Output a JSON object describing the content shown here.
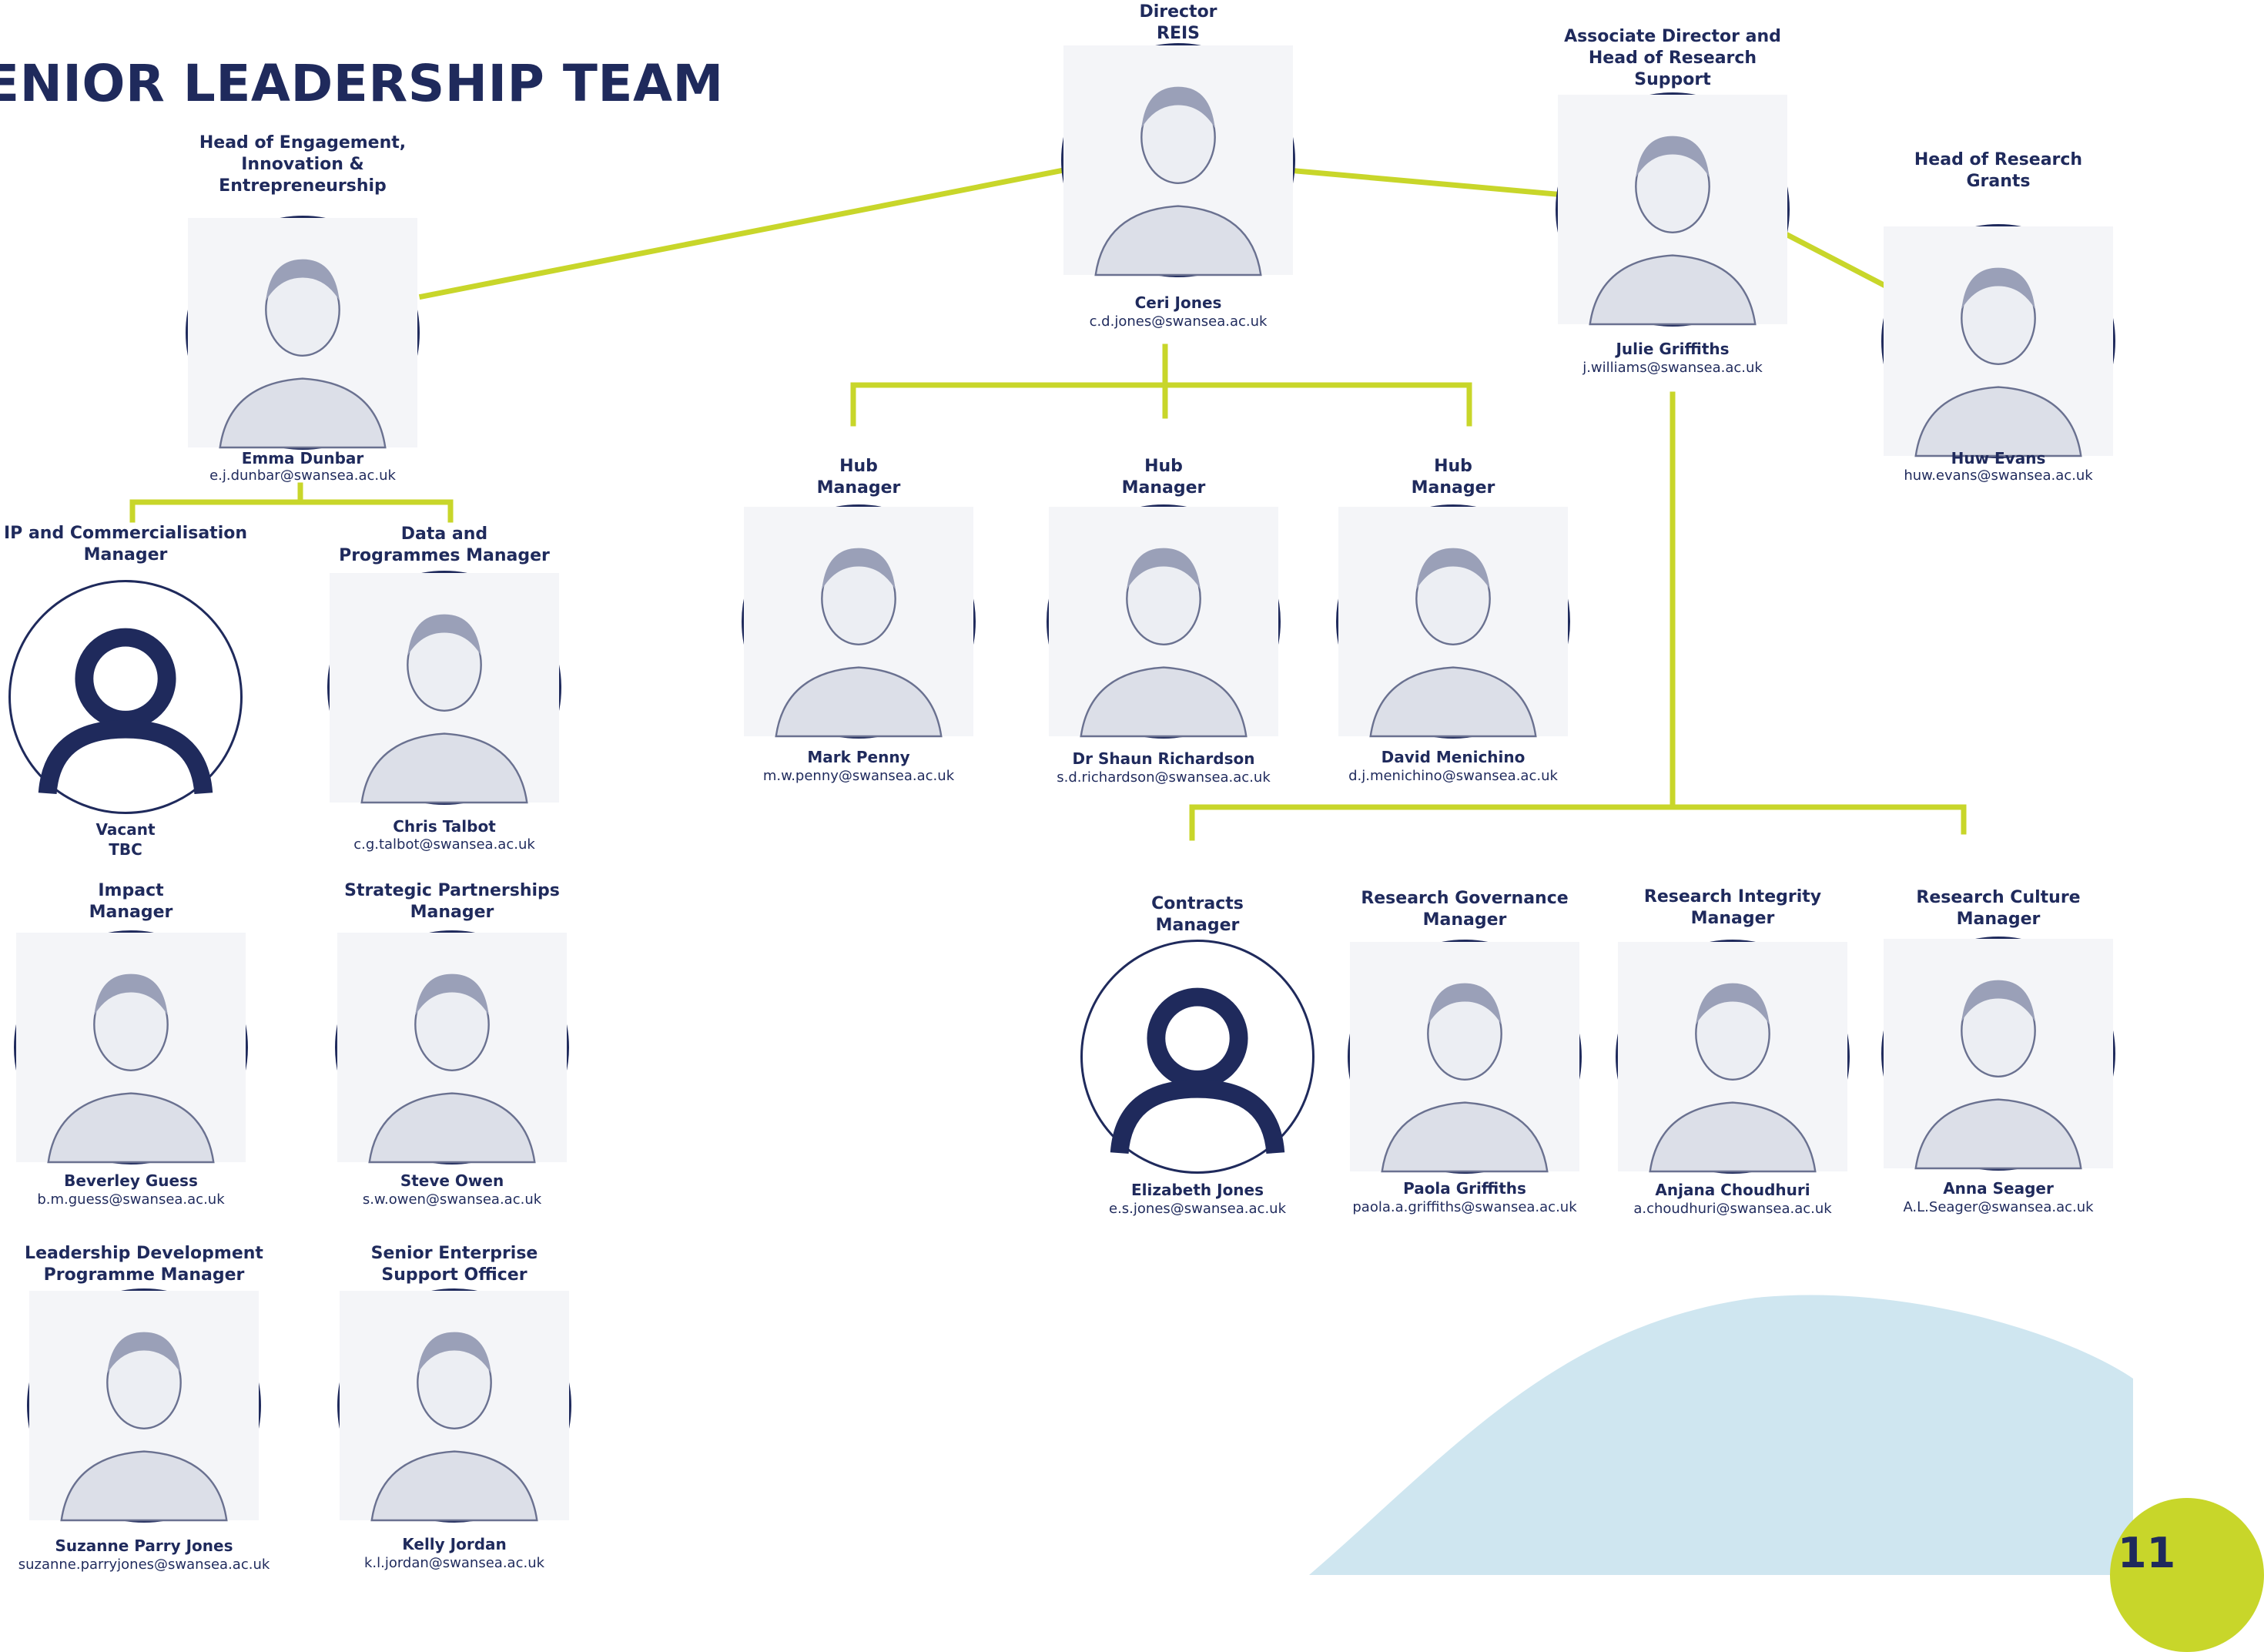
{
  "page": {
    "title": "ENIOR LEADERSHIP TEAM",
    "page_number": "11",
    "colors": {
      "navy": "#1f2a5c",
      "lime": "#c8d62a",
      "sky": "#cfe6f0"
    }
  },
  "people": {
    "director": {
      "role": "Director\nREIS",
      "name": "Ceri Jones",
      "email": "c.d.jones@swansea.ac.uk",
      "photo_icon": "person-photo"
    },
    "assoc_director": {
      "role": "Associate Director and\nHead of Research\nSupport",
      "name": "Julie Griffiths",
      "email": "j.williams@swansea.ac.uk",
      "photo_icon": "person-photo"
    },
    "head_research_grants": {
      "role": "Head of Research\nGrants",
      "name": "Huw Evans",
      "email": "huw.evans@swansea.ac.uk",
      "photo_icon": "person-photo"
    },
    "head_engagement": {
      "role": "Head of Engagement,\nInnovation &\nEntrepreneurship",
      "name": "Emma Dunbar",
      "email": "e.j.dunbar@swansea.ac.uk",
      "photo_icon": "person-photo"
    },
    "ip_manager": {
      "role": "IP and Commercialisation\nManager",
      "name": "Vacant\nTBC",
      "email": "",
      "photo_icon": "vacant-person-icon"
    },
    "data_manager": {
      "role": "Data and\nProgrammes Manager",
      "name": "Chris Talbot",
      "email": "c.g.talbot@swansea.ac.uk",
      "photo_icon": "person-photo"
    },
    "impact_manager": {
      "role": "Impact\nManager",
      "name": "Beverley Guess",
      "email": "b.m.guess@swansea.ac.uk",
      "photo_icon": "person-photo"
    },
    "strategic_manager": {
      "role": "Strategic Partnerships\nManager",
      "name": "Steve Owen",
      "email": "s.w.owen@swansea.ac.uk",
      "photo_icon": "person-photo"
    },
    "leadership_manager": {
      "role": "Leadership Development\nProgramme Manager",
      "name": "Suzanne Parry Jones",
      "email": "suzanne.parryjones@swansea.ac.uk",
      "photo_icon": "person-photo"
    },
    "enterprise_officer": {
      "role": "Senior Enterprise\nSupport Officer",
      "name": "Kelly Jordan",
      "email": "k.l.jordan@swansea.ac.uk",
      "photo_icon": "person-photo"
    },
    "hub1": {
      "role": "Hub\nManager",
      "name": "Mark Penny",
      "email": "m.w.penny@swansea.ac.uk",
      "photo_icon": "person-photo"
    },
    "hub2": {
      "role": "Hub\nManager",
      "name": "Dr Shaun Richardson",
      "email": "s.d.richardson@swansea.ac.uk",
      "photo_icon": "person-photo"
    },
    "hub3": {
      "role": "Hub\nManager",
      "name": "David Menichino",
      "email": "d.j.menichino@swansea.ac.uk",
      "photo_icon": "person-photo"
    },
    "contracts_manager": {
      "role": "Contracts\nManager",
      "name": "Elizabeth Jones",
      "email": "e.s.jones@swansea.ac.uk",
      "photo_icon": "vacant-person-icon"
    },
    "governance_manager": {
      "role": "Research Governance\nManager",
      "name": "Paola Griffiths",
      "email": "paola.a.griffiths@swansea.ac.uk",
      "photo_icon": "person-photo"
    },
    "integrity_manager": {
      "role": "Research Integrity\nManager",
      "name": "Anjana Choudhuri",
      "email": "a.choudhuri@swansea.ac.uk",
      "photo_icon": "person-photo"
    },
    "culture_manager": {
      "role": "Research Culture\nManager",
      "name": "Anna Seager",
      "email": "A.L.Seager@swansea.ac.uk",
      "photo_icon": "person-photo"
    }
  }
}
